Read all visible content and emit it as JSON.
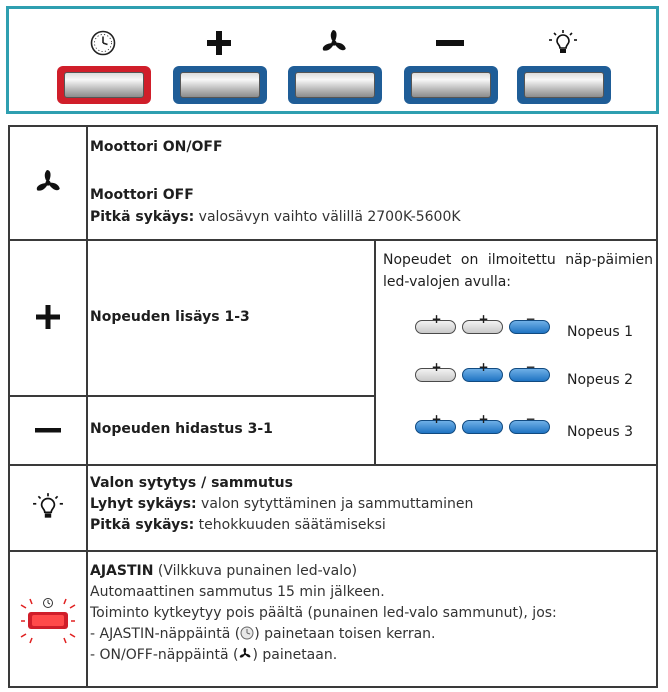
{
  "panel": {
    "buttons": [
      {
        "name": "timer",
        "icon": "clock-icon",
        "color": "#d01e2a"
      },
      {
        "name": "plus",
        "icon": "plus-icon",
        "color": "#1f5d97"
      },
      {
        "name": "fan",
        "icon": "fan-icon",
        "color": "#1f5d97"
      },
      {
        "name": "minus",
        "icon": "minus-icon",
        "color": "#1f5d97"
      },
      {
        "name": "light",
        "icon": "light-bulb-icon",
        "color": "#1f5d97"
      }
    ],
    "border_color": "#2f9fb0"
  },
  "rows": {
    "motor": {
      "icon": "fan-icon",
      "line1": "Moottori ON/OFF",
      "line2": "Moottori OFF",
      "line3_bold": "Pitkä sykäys:",
      "line3_rest": " valosävyn vaihto välillä 2700K-5600K"
    },
    "plus": {
      "icon": "plus-icon",
      "text": "Nopeuden lisäys 1-3"
    },
    "minus": {
      "icon": "minus-icon",
      "text": "Nopeuden hidastus 3-1"
    },
    "light": {
      "icon": "light-bulb-icon",
      "line1": "Valon sytytys / sammutus",
      "line2_bold": "Lyhyt sykäys:",
      "line2_rest": " valon sytyttäminen ja sammuttaminen",
      "line3_bold": "Pitkä sykäys:",
      "line3_rest": " tehokkuuden säätämiseksi"
    },
    "timer": {
      "icon": "blinking-red-timer-icon",
      "line1_bold": "AJASTIN",
      "line1_rest": " (Vilkkuva punainen led-valo)",
      "line2": "Automaattinen sammutus 15 min jälkeen.",
      "line3": "Toiminto kytkeytyy pois päältä (punainen led-valo sammunut), jos:",
      "line4_pre": "- AJASTIN-näppäintä (",
      "line4_post": ") painetaan toisen kerran.",
      "line5_pre": "- ON/OFF-näppäintä (",
      "line5_post": ") painetaan."
    }
  },
  "speed_info": {
    "note": "Nopeudet on ilmoitettu näp-päimien led-valojen avulla:",
    "key_symbols": [
      "+",
      "+",
      "−"
    ],
    "speeds": [
      {
        "label": "Nopeus 1",
        "leds": [
          "off",
          "off",
          "on"
        ]
      },
      {
        "label": "Nopeus 2",
        "leds": [
          "off",
          "on",
          "on"
        ]
      },
      {
        "label": "Nopeus 3",
        "leds": [
          "on",
          "on",
          "on"
        ]
      }
    ],
    "led_on_color": "#1f74c2",
    "led_off_color": "#d8d8d8"
  }
}
